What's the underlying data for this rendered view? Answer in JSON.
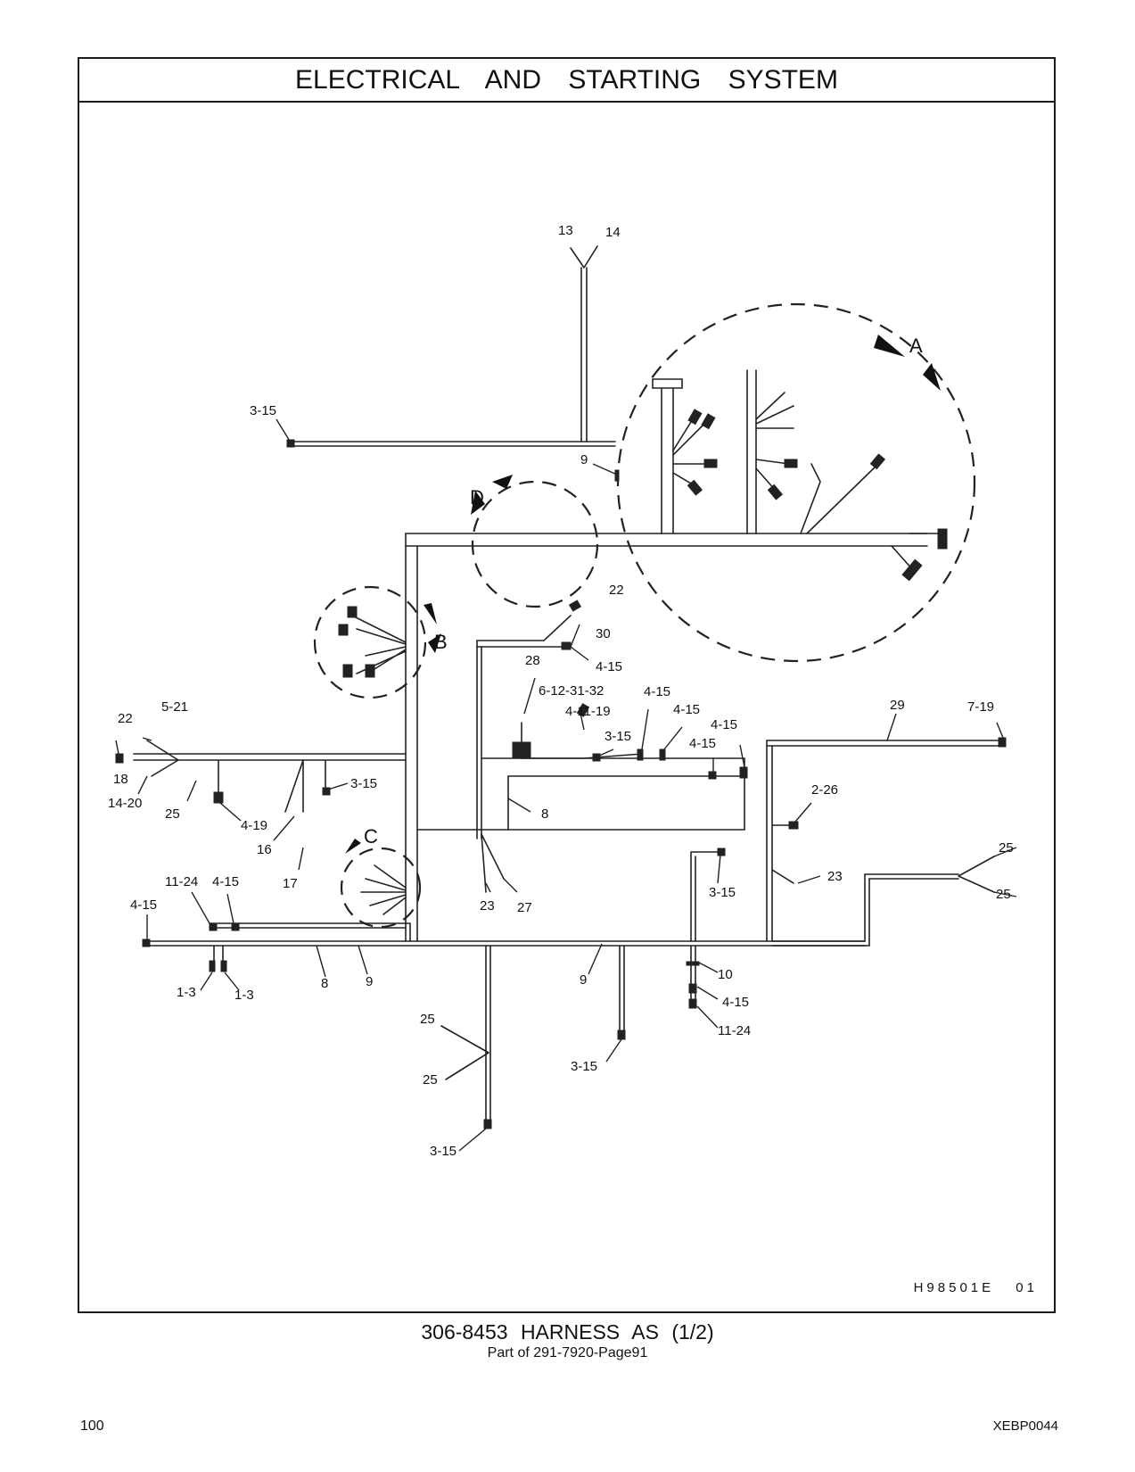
{
  "page": {
    "title": "ELECTRICAL AND STARTING SYSTEM",
    "drawing_code": "H98501E 01",
    "caption": "306-8453 HARNESS AS (1/2)",
    "subcaption": "Part of 291-7920-Page91",
    "page_number": "100",
    "document_code": "XEBP0044"
  },
  "detail_views": [
    "A",
    "B",
    "C",
    "D"
  ],
  "callouts": [
    "13",
    "14",
    "3-15",
    "9",
    "22",
    "30",
    "4-15",
    "28",
    "6-12-31-32",
    "4-11-19",
    "3-15",
    "4-15",
    "4-15",
    "4-15",
    "4-15",
    "29",
    "7-19",
    "2-26",
    "22",
    "5-21",
    "18",
    "14-20",
    "25",
    "3-15",
    "4-19",
    "16",
    "17",
    "8",
    "23",
    "27",
    "3-15",
    "23",
    "25",
    "25",
    "11-24",
    "4-15",
    "4-15",
    "1-3",
    "1-3",
    "8",
    "9",
    "9",
    "10",
    "4-15",
    "11-24",
    "25",
    "25",
    "3-15",
    "3-15"
  ]
}
